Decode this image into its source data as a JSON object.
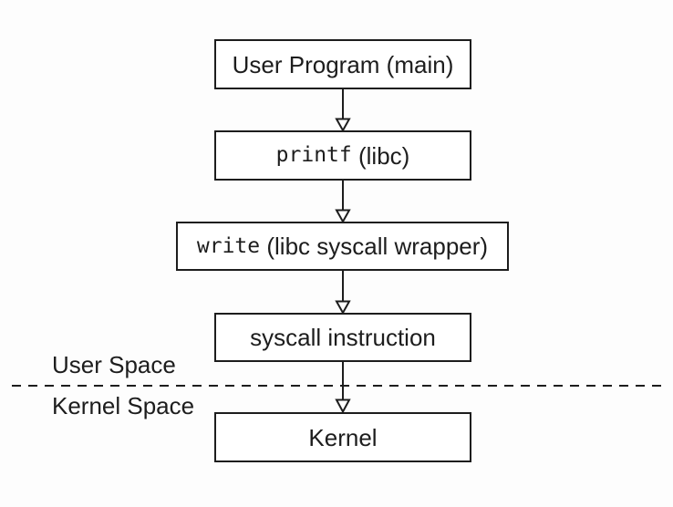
{
  "diagram": {
    "nodes": [
      {
        "name": "user-program",
        "text": "User Program (main)"
      },
      {
        "name": "printf",
        "mono": "printf",
        "text": " (libc)"
      },
      {
        "name": "write",
        "mono": "write",
        "text": " (libc syscall wrapper)"
      },
      {
        "name": "syscall-instruction",
        "text": "syscall instruction"
      },
      {
        "name": "kernel",
        "text": "Kernel"
      }
    ],
    "edges": [
      {
        "from": "user-program",
        "to": "printf",
        "style": "solid-open-arrow"
      },
      {
        "from": "printf",
        "to": "write",
        "style": "solid-open-arrow"
      },
      {
        "from": "write",
        "to": "syscall-instruction",
        "style": "solid-open-arrow"
      },
      {
        "from": "syscall-instruction",
        "to": "kernel",
        "style": "solid-open-arrow"
      }
    ],
    "boundary": {
      "style": "dashed",
      "label_above": "User Space",
      "label_below": "Kernel Space"
    },
    "labels": {
      "user_space": "User Space",
      "kernel_space": "Kernel Space"
    },
    "colors": {
      "stroke": "#1d1d1d",
      "text": "#1d1d1d",
      "box_fill": "#ffffff",
      "background": "#fdfdfd"
    }
  }
}
